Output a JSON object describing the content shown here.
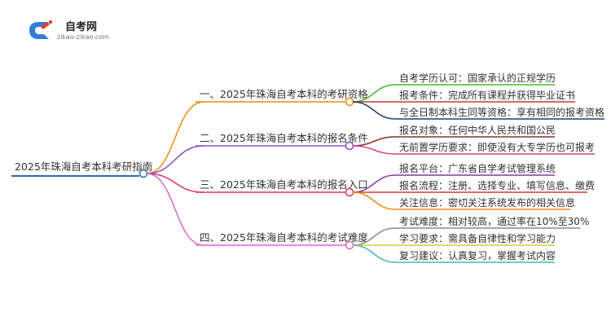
{
  "logo": {
    "title": "自考网",
    "subtitle": "zikao-zikao.com",
    "colors": {
      "primary": "#2f7fd8",
      "accent": "#e63b2e"
    }
  },
  "mindmap": {
    "root": {
      "label": "2025年珠海自考本科考研指南",
      "color": "#2a6fb7"
    },
    "branches": [
      {
        "label": "一、2025年珠海自考本科的考研资格",
        "color": "#f08a12",
        "leaves": [
          {
            "label": "自考学历认可：国家承认的正规学历",
            "color": "#46b82e"
          },
          {
            "label": "报考条件：完成所有课程并获得毕业证书",
            "color": "#c9392e"
          },
          {
            "label": "与全日制本科生同等资格：享有相同的报考资格",
            "color": "#1e3f66"
          }
        ]
      },
      {
        "label": "二、2025年珠海自考本科的报名条件",
        "color": "#8a4ec2",
        "leaves": [
          {
            "label": "报名对象：任何中华人民共和国公民",
            "color": "#8b2e2e"
          },
          {
            "label": "无前置学历要求：即使没有大专学历也可报考",
            "color": "#d63c8f"
          }
        ]
      },
      {
        "label": "三、2025年珠海自考本科的报名入口",
        "color": "#d9326e",
        "leaves": [
          {
            "label": "报名平台：广东省自学考试管理系统",
            "color": "#7d3f9a"
          },
          {
            "label": "报名流程：注册、选择专业、填写信息、缴费",
            "color": "#d63a2e"
          },
          {
            "label": "关注信息：密切关注系统发布的相关信息",
            "color": "#f08a12"
          }
        ]
      },
      {
        "label": "四、2025年珠海自考本科的考试难度",
        "color": "#dd66c8",
        "leaves": [
          {
            "label": "考试难度：相对较高，通过率在10%至30%",
            "color": "#8a8a8a"
          },
          {
            "label": "学习要求：需具备自律性和学习能力",
            "color": "#d8c93a"
          },
          {
            "label": "复习建议：认真复习，掌握考试内容",
            "color": "#3fb6c4"
          }
        ]
      }
    ]
  }
}
